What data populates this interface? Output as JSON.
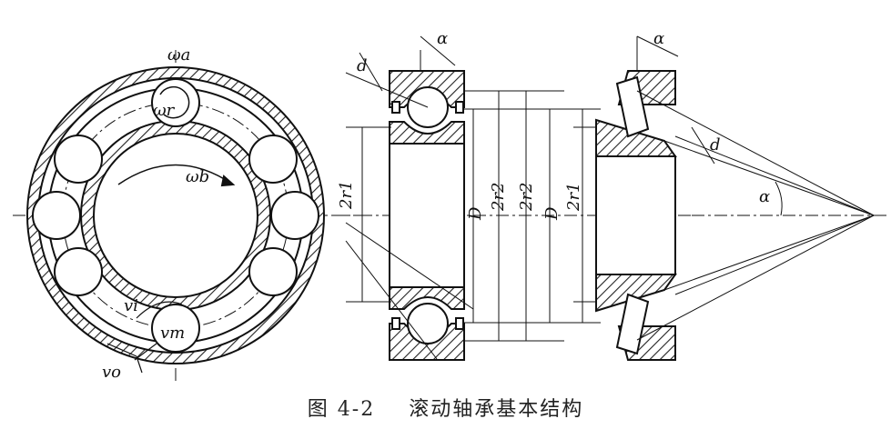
{
  "figure": {
    "caption_number": "图 4-2",
    "caption_title": "滚动轴承基本结构",
    "labels": {
      "omega_a": "ωa",
      "omega_r": "ωr",
      "omega_b": "ωb",
      "v_i": "vi",
      "v_m": "vm",
      "v_o": "vo",
      "d_ball": "d",
      "alpha_top": "α",
      "two_r1_left": "2r1",
      "D_left": "D",
      "two_r2_a": "2r2",
      "two_r2_b": "2r2",
      "D_right": "D",
      "two_r1_right": "2r1",
      "alpha_right_top": "α",
      "d_roller": "d",
      "alpha_cone": "α"
    }
  }
}
